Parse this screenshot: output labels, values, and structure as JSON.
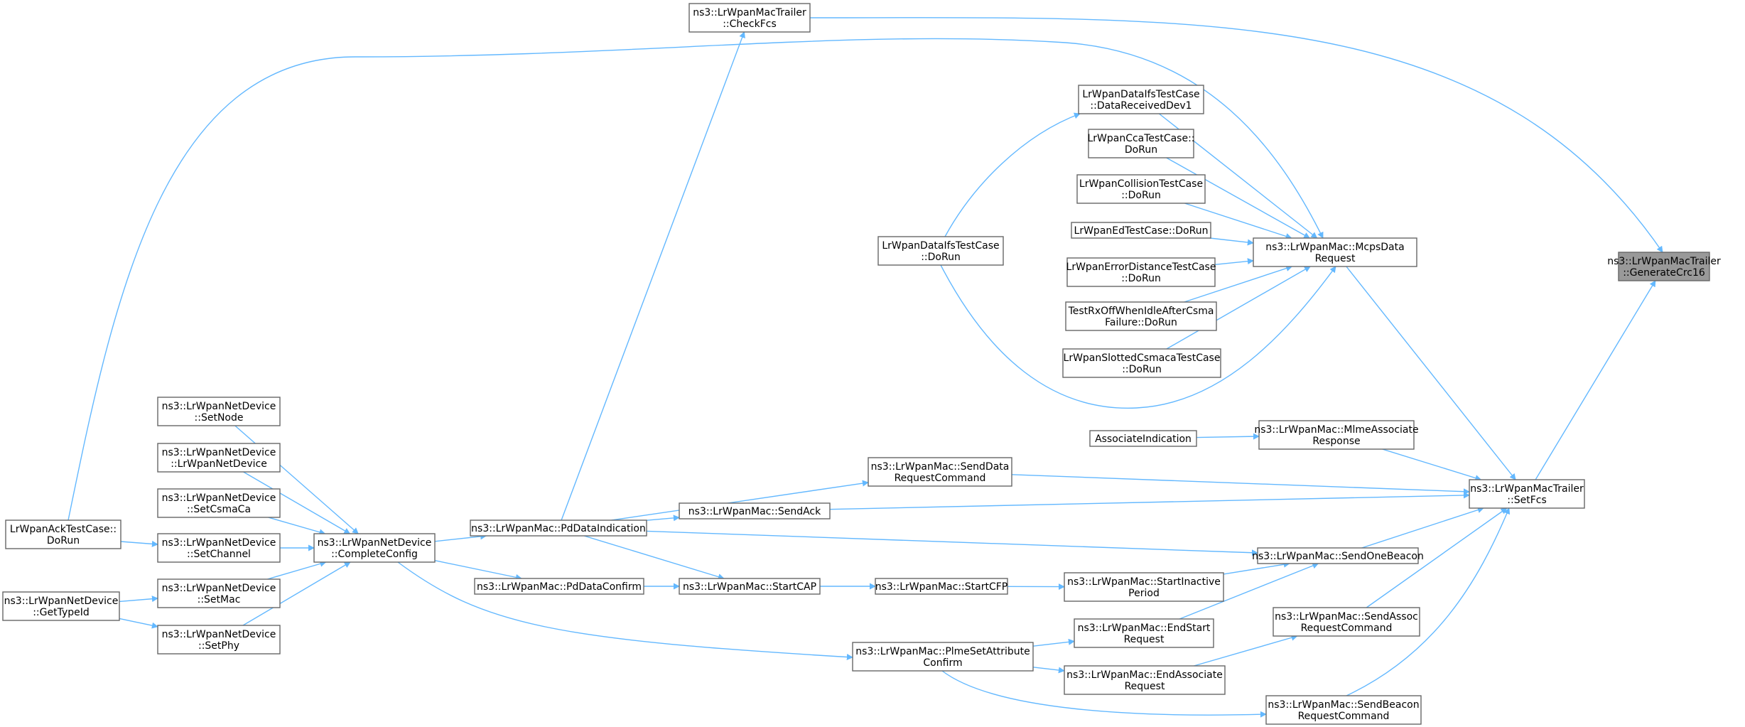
{
  "nodes": [
    {
      "id": "generatecrc16",
      "lines": [
        "ns3::LrWpanMacTrailer",
        "::GenerateCrc16"
      ],
      "focus": true
    },
    {
      "id": "checkfcs",
      "lines": [
        "ns3::LrWpanMacTrailer",
        "::CheckFcs"
      ]
    },
    {
      "id": "setfcs",
      "lines": [
        "ns3::LrWpanMacTrailer",
        "::SetFcs"
      ]
    },
    {
      "id": "mcpsdatarequest",
      "lines": [
        "ns3::LrWpanMac::McpsData",
        "Request"
      ]
    },
    {
      "id": "datareceiveddev1",
      "lines": [
        "LrWpanDataIfsTestCase",
        "::DataReceivedDev1"
      ]
    },
    {
      "id": "ccatestcase",
      "lines": [
        "LrWpanCcaTestCase::",
        "DoRun"
      ]
    },
    {
      "id": "collisiontestcase",
      "lines": [
        "LrWpanCollisionTestCase",
        "::DoRun"
      ]
    },
    {
      "id": "edtestcase",
      "lines": [
        "LrWpanEdTestCase::DoRun"
      ]
    },
    {
      "id": "errordistancetestcase",
      "lines": [
        "LrWpanErrorDistanceTestCase",
        "::DoRun"
      ]
    },
    {
      "id": "testrxoff",
      "lines": [
        "TestRxOffWhenIdleAfterCsma",
        "Failure::DoRun"
      ]
    },
    {
      "id": "slottedcsmaca",
      "lines": [
        "LrWpanSlottedCsmacaTestCase",
        "::DoRun"
      ]
    },
    {
      "id": "dataifsdorun",
      "lines": [
        "LrWpanDataIfsTestCase",
        "::DoRun"
      ]
    },
    {
      "id": "associateindication",
      "lines": [
        "AssociateIndication"
      ]
    },
    {
      "id": "mlmeassociateresponse",
      "lines": [
        "ns3::LrWpanMac::MlmeAssociate",
        "Response"
      ]
    },
    {
      "id": "senddatarequestcommand",
      "lines": [
        "ns3::LrWpanMac::SendData",
        "RequestCommand"
      ]
    },
    {
      "id": "sendack",
      "lines": [
        "ns3::LrWpanMac::SendAck"
      ]
    },
    {
      "id": "pddataindication",
      "lines": [
        "ns3::LrWpanMac::PdDataIndication"
      ]
    },
    {
      "id": "sendonebeacon",
      "lines": [
        "ns3::LrWpanMac::SendOneBeacon"
      ]
    },
    {
      "id": "startinactiveperiod",
      "lines": [
        "ns3::LrWpanMac::StartInactive",
        "Period"
      ]
    },
    {
      "id": "startcfp",
      "lines": [
        "ns3::LrWpanMac::StartCFP"
      ]
    },
    {
      "id": "startcap",
      "lines": [
        "ns3::LrWpanMac::StartCAP"
      ]
    },
    {
      "id": "pddataconfirm",
      "lines": [
        "ns3::LrWpanMac::PdDataConfirm"
      ]
    },
    {
      "id": "endstartrequest",
      "lines": [
        "ns3::LrWpanMac::EndStart",
        "Request"
      ]
    },
    {
      "id": "sendassocrequestcommand",
      "lines": [
        "ns3::LrWpanMac::SendAssoc",
        "RequestCommand"
      ]
    },
    {
      "id": "plmesetattributeconfirm",
      "lines": [
        "ns3::LrWpanMac::PlmeSetAttribute",
        "Confirm"
      ]
    },
    {
      "id": "endassociaterequest",
      "lines": [
        "ns3::LrWpanMac::EndAssociate",
        "Request"
      ]
    },
    {
      "id": "sendbeaconrequestcommand",
      "lines": [
        "ns3::LrWpanMac::SendBeacon",
        "RequestCommand"
      ]
    },
    {
      "id": "completeconfig",
      "lines": [
        "ns3::LrWpanNetDevice",
        "::CompleteConfig"
      ]
    },
    {
      "id": "setnode",
      "lines": [
        "ns3::LrWpanNetDevice",
        "::SetNode"
      ]
    },
    {
      "id": "lrwpannetdevicector",
      "lines": [
        "ns3::LrWpanNetDevice",
        "::LrWpanNetDevice"
      ]
    },
    {
      "id": "setcsmaca",
      "lines": [
        "ns3::LrWpanNetDevice",
        "::SetCsmaCa"
      ]
    },
    {
      "id": "setchannel",
      "lines": [
        "ns3::LrWpanNetDevice",
        "::SetChannel"
      ]
    },
    {
      "id": "setmac",
      "lines": [
        "ns3::LrWpanNetDevice",
        "::SetMac"
      ]
    },
    {
      "id": "setphy",
      "lines": [
        "ns3::LrWpanNetDevice",
        "::SetPhy"
      ]
    },
    {
      "id": "acktestcase",
      "lines": [
        "LrWpanAckTestCase::",
        "DoRun"
      ]
    },
    {
      "id": "gettypeid",
      "lines": [
        "ns3::LrWpanNetDevice",
        "::GetTypeId"
      ]
    }
  ],
  "edges": [
    {
      "from": "checkfcs",
      "to": "generatecrc16"
    },
    {
      "from": "setfcs",
      "to": "generatecrc16"
    },
    {
      "from": "pddataindication",
      "to": "checkfcs"
    },
    {
      "from": "mcpsdatarequest",
      "to": "setfcs"
    },
    {
      "from": "mlmeassociateresponse",
      "to": "setfcs"
    },
    {
      "from": "senddatarequestcommand",
      "to": "setfcs"
    },
    {
      "from": "sendack",
      "to": "setfcs"
    },
    {
      "from": "sendonebeacon",
      "to": "setfcs"
    },
    {
      "from": "sendassocrequestcommand",
      "to": "setfcs"
    },
    {
      "from": "sendbeaconrequestcommand",
      "to": "setfcs"
    },
    {
      "from": "acktestcase",
      "to": "mcpsdatarequest"
    },
    {
      "from": "datareceiveddev1",
      "to": "mcpsdatarequest"
    },
    {
      "from": "ccatestcase",
      "to": "mcpsdatarequest"
    },
    {
      "from": "collisiontestcase",
      "to": "mcpsdatarequest"
    },
    {
      "from": "edtestcase",
      "to": "mcpsdatarequest"
    },
    {
      "from": "errordistancetestcase",
      "to": "mcpsdatarequest"
    },
    {
      "from": "testrxoff",
      "to": "mcpsdatarequest"
    },
    {
      "from": "slottedcsmaca",
      "to": "mcpsdatarequest"
    },
    {
      "from": "dataifsdorun",
      "to": "mcpsdatarequest"
    },
    {
      "from": "dataifsdorun",
      "to": "datareceiveddev1"
    },
    {
      "from": "associateindication",
      "to": "mlmeassociateresponse"
    },
    {
      "from": "pddataindication",
      "to": "senddatarequestcommand"
    },
    {
      "from": "pddataindication",
      "to": "sendack"
    },
    {
      "from": "pddataindication",
      "to": "sendonebeacon"
    },
    {
      "from": "pddataindication",
      "to": "startcap"
    },
    {
      "from": "startinactiveperiod",
      "to": "sendonebeacon"
    },
    {
      "from": "endstartrequest",
      "to": "sendonebeacon"
    },
    {
      "from": "startcfp",
      "to": "startinactiveperiod"
    },
    {
      "from": "startcap",
      "to": "startcfp"
    },
    {
      "from": "pddataconfirm",
      "to": "startcap"
    },
    {
      "from": "plmesetattributeconfirm",
      "to": "endstartrequest"
    },
    {
      "from": "plmesetattributeconfirm",
      "to": "endassociaterequest"
    },
    {
      "from": "endassociaterequest",
      "to": "sendassocrequestcommand"
    },
    {
      "from": "plmesetattributeconfirm",
      "to": "sendbeaconrequestcommand"
    },
    {
      "from": "completeconfig",
      "to": "pddataindication"
    },
    {
      "from": "completeconfig",
      "to": "pddataconfirm"
    },
    {
      "from": "completeconfig",
      "to": "plmesetattributeconfirm"
    },
    {
      "from": "setnode",
      "to": "completeconfig"
    },
    {
      "from": "lrwpannetdevicector",
      "to": "completeconfig"
    },
    {
      "from": "setcsmaca",
      "to": "completeconfig"
    },
    {
      "from": "setchannel",
      "to": "completeconfig"
    },
    {
      "from": "setmac",
      "to": "completeconfig"
    },
    {
      "from": "setphy",
      "to": "completeconfig"
    },
    {
      "from": "acktestcase",
      "to": "setchannel"
    },
    {
      "from": "gettypeid",
      "to": "setmac"
    },
    {
      "from": "gettypeid",
      "to": "setphy"
    }
  ],
  "colors": {
    "edge": "#63b8ff",
    "node_border": "#666666",
    "focus_fill": "#999999"
  }
}
